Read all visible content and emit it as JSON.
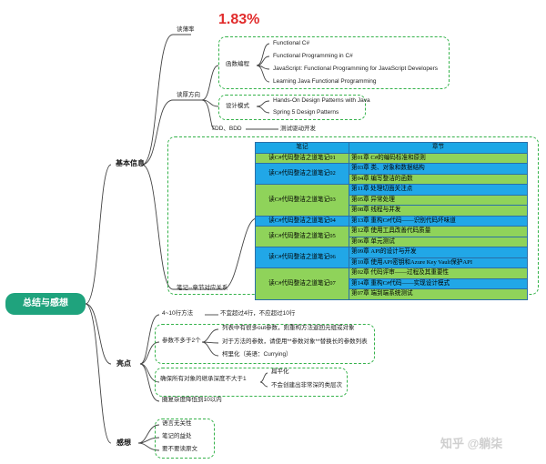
{
  "root": "总结与感想",
  "basic": {
    "label": "基本信息",
    "read_rate_label": "读薄率",
    "read_rate_value": "1.83%",
    "direction_label": "读厚方向",
    "functional_label": "函数编程",
    "functional_items": [
      "Functional C#",
      "Functional Programming in C#",
      "JavaScript: Functional Programming for JavaScript Developers",
      "Learning Java Functional Programming"
    ],
    "design_label": "设计模式",
    "design_items": [
      "Hands-On Design Patterns with Java",
      "Spring 5 Design Patterns"
    ],
    "tdd_label": "TDD、BDD",
    "tdd_value": "测试驱动开发",
    "notes_label": "笔记--章节对应关系"
  },
  "table": {
    "headers": [
      "笔记",
      "章节"
    ],
    "rows": [
      {
        "note": "读C#代码整洁之道笔记01",
        "span": 1,
        "color": "g",
        "chapter": "第01章 C#的编码标准和原则",
        "ccolor": "g"
      },
      {
        "note": "读C#代码整洁之道笔记02",
        "span": 2,
        "color": "b",
        "chapter": "第03章 类、对象和数据结构",
        "ccolor": "b"
      },
      {
        "note": "",
        "span": 0,
        "color": "",
        "chapter": "第04章 编写整洁的函数",
        "ccolor": "g"
      },
      {
        "note": "读C#代码整洁之道笔记03",
        "span": 3,
        "color": "g",
        "chapter": "第11章 处理切面关注点",
        "ccolor": "b"
      },
      {
        "note": "",
        "span": 0,
        "color": "",
        "chapter": "第05章 异常处理",
        "ccolor": "g"
      },
      {
        "note": "",
        "span": 0,
        "color": "",
        "chapter": "第08章 线程与并发",
        "ccolor": "g"
      },
      {
        "note": "读C#代码整洁之道笔记04",
        "span": 1,
        "color": "b",
        "chapter": "第13章 重构C#代码——识别代码坏味道",
        "ccolor": "b"
      },
      {
        "note": "读C#代码整洁之道笔记05",
        "span": 2,
        "color": "g",
        "chapter": "第12章 使用工具改善代码质量",
        "ccolor": "g"
      },
      {
        "note": "",
        "span": 0,
        "color": "",
        "chapter": "第06章 单元测试",
        "ccolor": "g"
      },
      {
        "note": "读C#代码整洁之道笔记06",
        "span": 2,
        "color": "b",
        "chapter": "第09章 API的设计与开发",
        "ccolor": "b"
      },
      {
        "note": "",
        "span": 0,
        "color": "",
        "chapter": "第10章 使用API密钥和Azure Key Vault保护API",
        "ccolor": "b"
      },
      {
        "note": "读C#代码整洁之道笔记07",
        "span": 3,
        "color": "g",
        "chapter": "第02章 代码评审——过程及其重要性",
        "ccolor": "g"
      },
      {
        "note": "",
        "span": 0,
        "color": "",
        "chapter": "第14章 重构C#代码——实现设计模式",
        "ccolor": "b"
      },
      {
        "note": "",
        "span": 0,
        "color": "",
        "chapter": "第07章 端到端系统测试",
        "ccolor": "g"
      }
    ]
  },
  "highlights": {
    "label": "亮点",
    "lines_label": "4~10行方法",
    "lines_value": "不宜超过4行，不应超过10行",
    "params_label": "参数不多于2个",
    "params_items": [
      "列表中有很多out参数，则重构方法返回元组或对象",
      "对于方法的参数，请使用**参数对象**替换长的参数列表",
      "柯里化（英语：Currying）"
    ],
    "inherit_label": "确保所有对象的继承深度不大于1",
    "inherit_items": [
      "扁平化",
      "不会创建出非常深的类层次"
    ],
    "complexity": "圈复杂度降低到10以内"
  },
  "thoughts": {
    "label": "感想",
    "items": [
      "语言无关性",
      "笔记的益处",
      "要不要读原文"
    ]
  },
  "watermark": "知乎 @躺柒",
  "colors": {
    "accent": "#1fa37d",
    "dash": "#34b24a",
    "rate": "#e12b2b",
    "header": "#1ba7e6",
    "green": "#8fd35a",
    "blue": "#21a7e7"
  }
}
